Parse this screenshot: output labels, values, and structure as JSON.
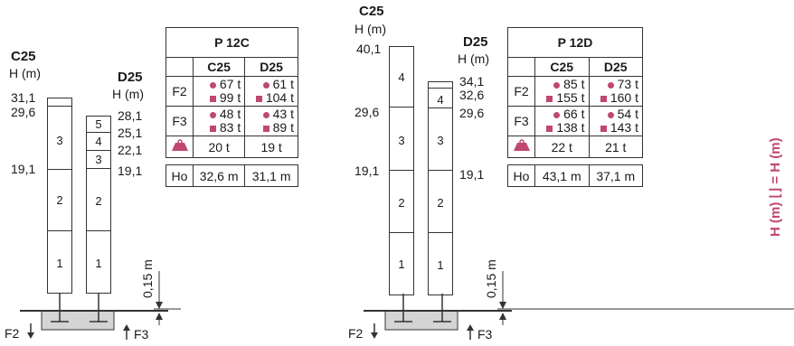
{
  "left": {
    "c25_title": "C25",
    "c25_unit": "H (m)",
    "d25_title": "D25",
    "d25_unit": "H (m)",
    "c25_levels": [
      "31,1",
      "29,6",
      "19,1"
    ],
    "d25_levels": [
      "28,1",
      "25,1",
      "22,1",
      "19,1"
    ],
    "c25_segments": [
      "3",
      "2",
      "1"
    ],
    "d25_segments": [
      "5",
      "4",
      "3",
      "2",
      "1"
    ],
    "clearance": "0,15 m",
    "f2": "F2",
    "f3": "F3",
    "table": {
      "title": "P 12C",
      "col1": "C25",
      "col2": "D25",
      "f2_label": "F2",
      "f3_label": "F3",
      "f2_c25_a": "67 t",
      "f2_c25_b": "99 t",
      "f2_d25_a": "61 t",
      "f2_d25_b": "104 t",
      "f3_c25_a": "48 t",
      "f3_c25_b": "83 t",
      "f3_d25_a": "43 t",
      "f3_d25_b": "89 t",
      "weight_c25": "20 t",
      "weight_d25": "19 t",
      "ho_label": "Ho",
      "ho_c25": "32,6 m",
      "ho_d25": "31,1 m"
    }
  },
  "right": {
    "c25_title": "C25",
    "c25_unit": "H (m)",
    "d25_title": "D25",
    "d25_unit": "H (m)",
    "c25_levels": [
      "40,1",
      "29,6",
      "19,1"
    ],
    "d25_levels": [
      "34,1",
      "32,6",
      "29,6",
      "19,1"
    ],
    "c25_segments": [
      "4",
      "3",
      "2",
      "1"
    ],
    "d25_segments": [
      "4",
      "3",
      "2",
      "1"
    ],
    "clearance": "0,15 m",
    "f2": "F2",
    "f3": "F3",
    "table": {
      "title": "P 12D",
      "col1": "C25",
      "col2": "D25",
      "f2_label": "F2",
      "f3_label": "F3",
      "f2_c25_a": "85 t",
      "f2_c25_b": "155 t",
      "f2_d25_a": "73 t",
      "f2_d25_b": "160 t",
      "f3_c25_a": "66 t",
      "f3_c25_b": "138 t",
      "f3_d25_a": "54 t",
      "f3_d25_b": "143 t",
      "weight_c25": "22 t",
      "weight_d25": "21 t",
      "ho_label": "Ho",
      "ho_c25": "43,1 m",
      "ho_d25": "37,1 m"
    }
  },
  "sidebar_text": "H (m) ⌊⌋ = H (m)",
  "colors": {
    "accent": "#c0486e",
    "base_fill": "#d4d4d4",
    "line": "#333333"
  }
}
